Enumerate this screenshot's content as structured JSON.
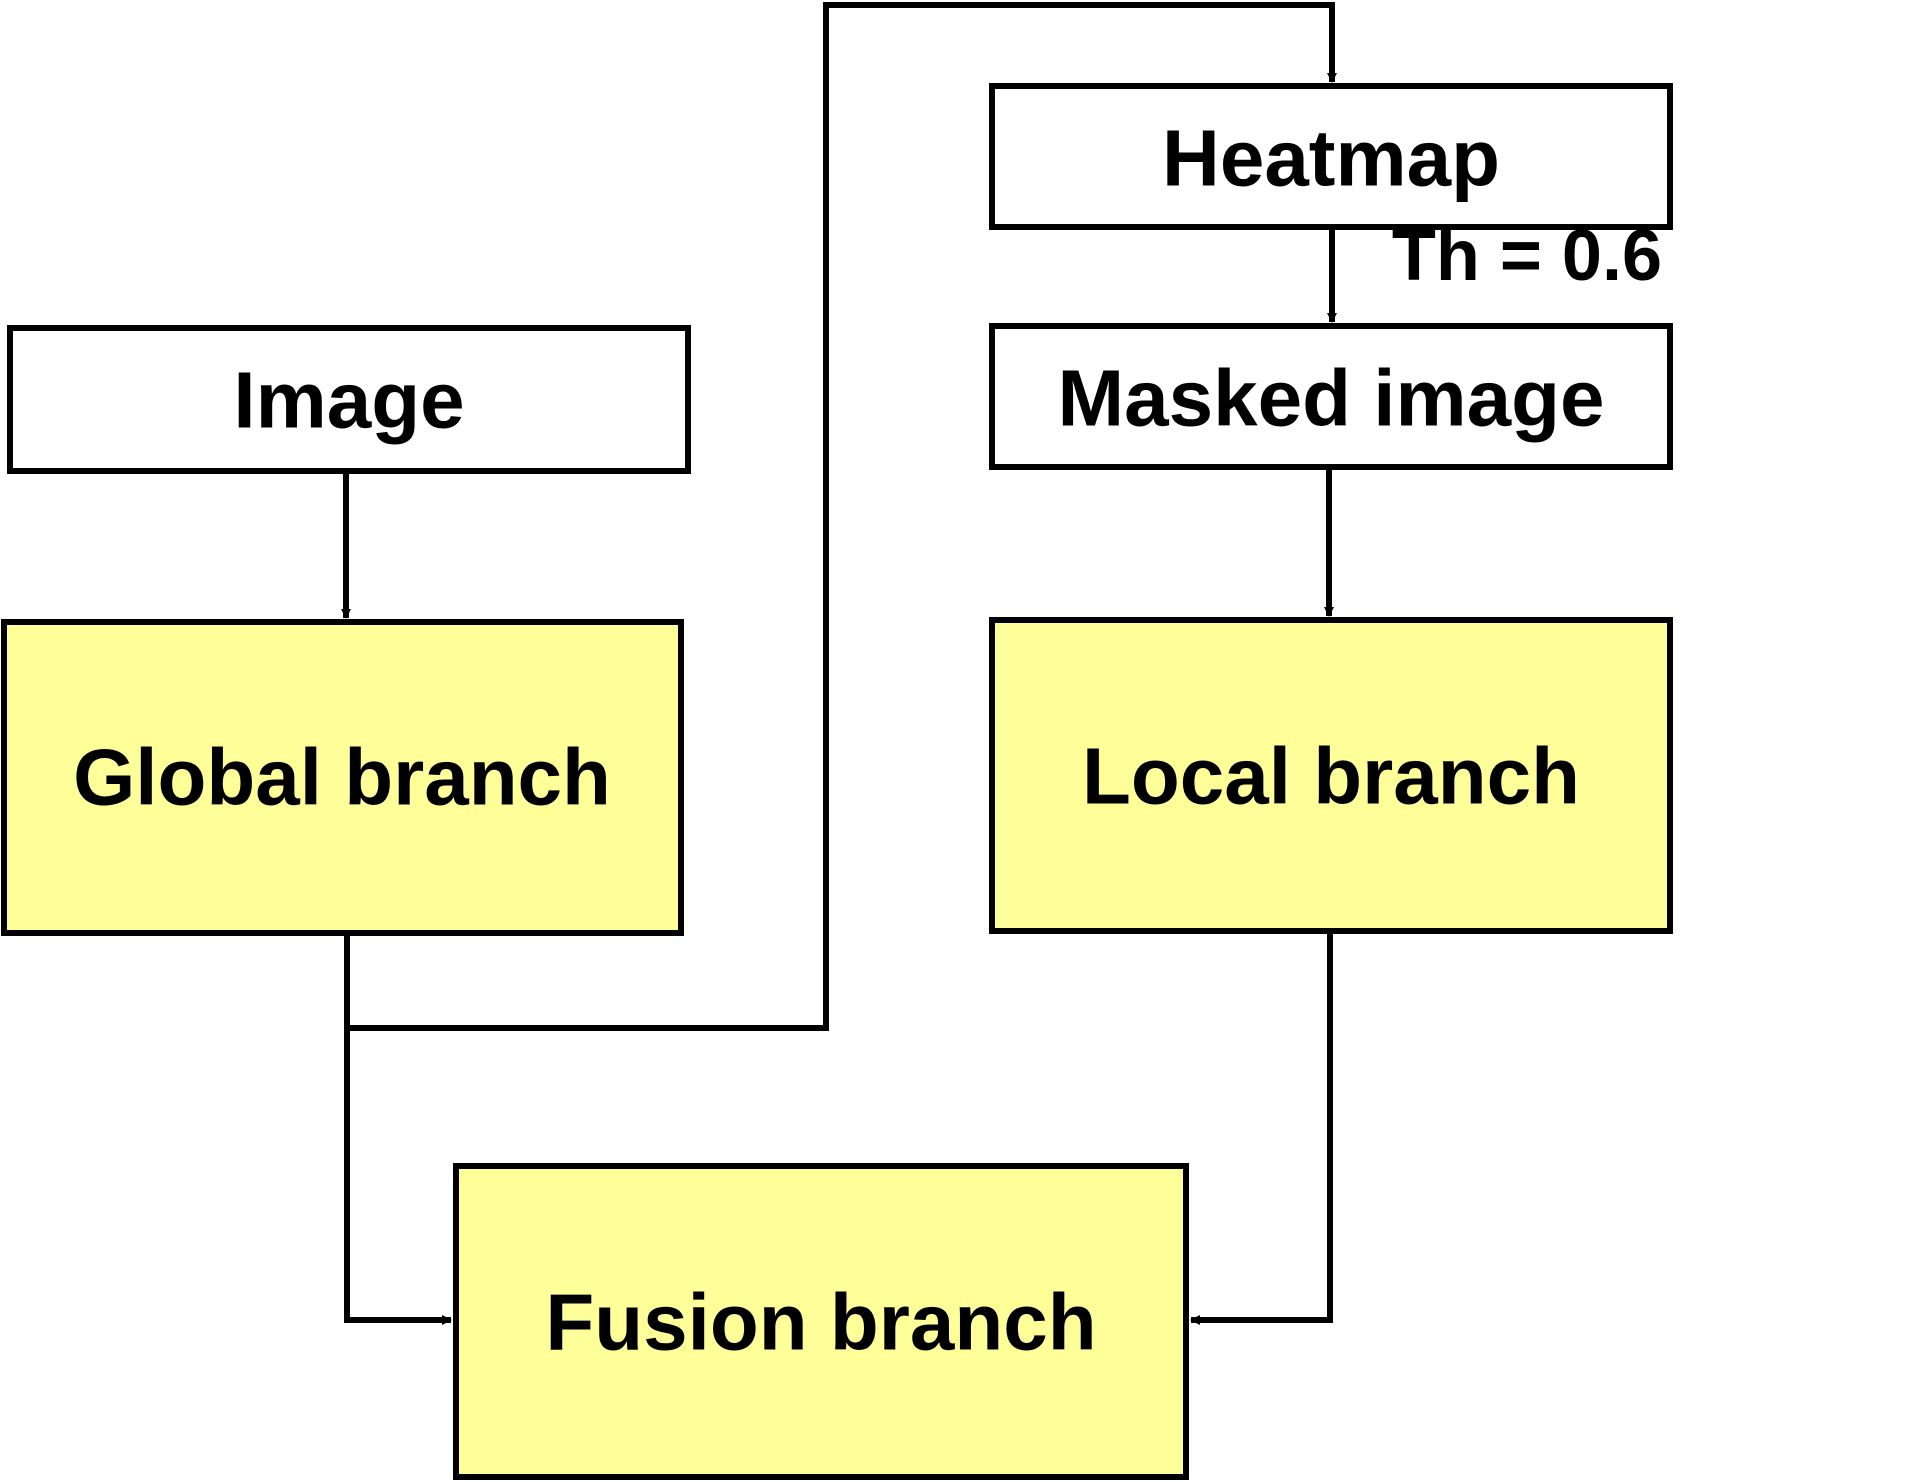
{
  "colors": {
    "stroke": "#000000",
    "branch_fill": "#ffff99",
    "input_fill": "#ffffff"
  },
  "nodes": {
    "image": {
      "label": "Image"
    },
    "heatmap": {
      "label": "Heatmap"
    },
    "masked_image": {
      "label": "Masked image"
    },
    "global_branch": {
      "label": "Global branch"
    },
    "local_branch": {
      "label": "Local branch"
    },
    "fusion_branch": {
      "label": "Fusion branch"
    }
  },
  "edge_labels": {
    "threshold": "Th = 0.6"
  },
  "edges": [
    {
      "from": "image",
      "to": "global_branch"
    },
    {
      "from": "global_branch",
      "to": "heatmap"
    },
    {
      "from": "heatmap",
      "to": "masked_image",
      "label": "Th = 0.6"
    },
    {
      "from": "masked_image",
      "to": "local_branch"
    },
    {
      "from": "global_branch",
      "to": "fusion_branch"
    },
    {
      "from": "local_branch",
      "to": "fusion_branch"
    }
  ]
}
